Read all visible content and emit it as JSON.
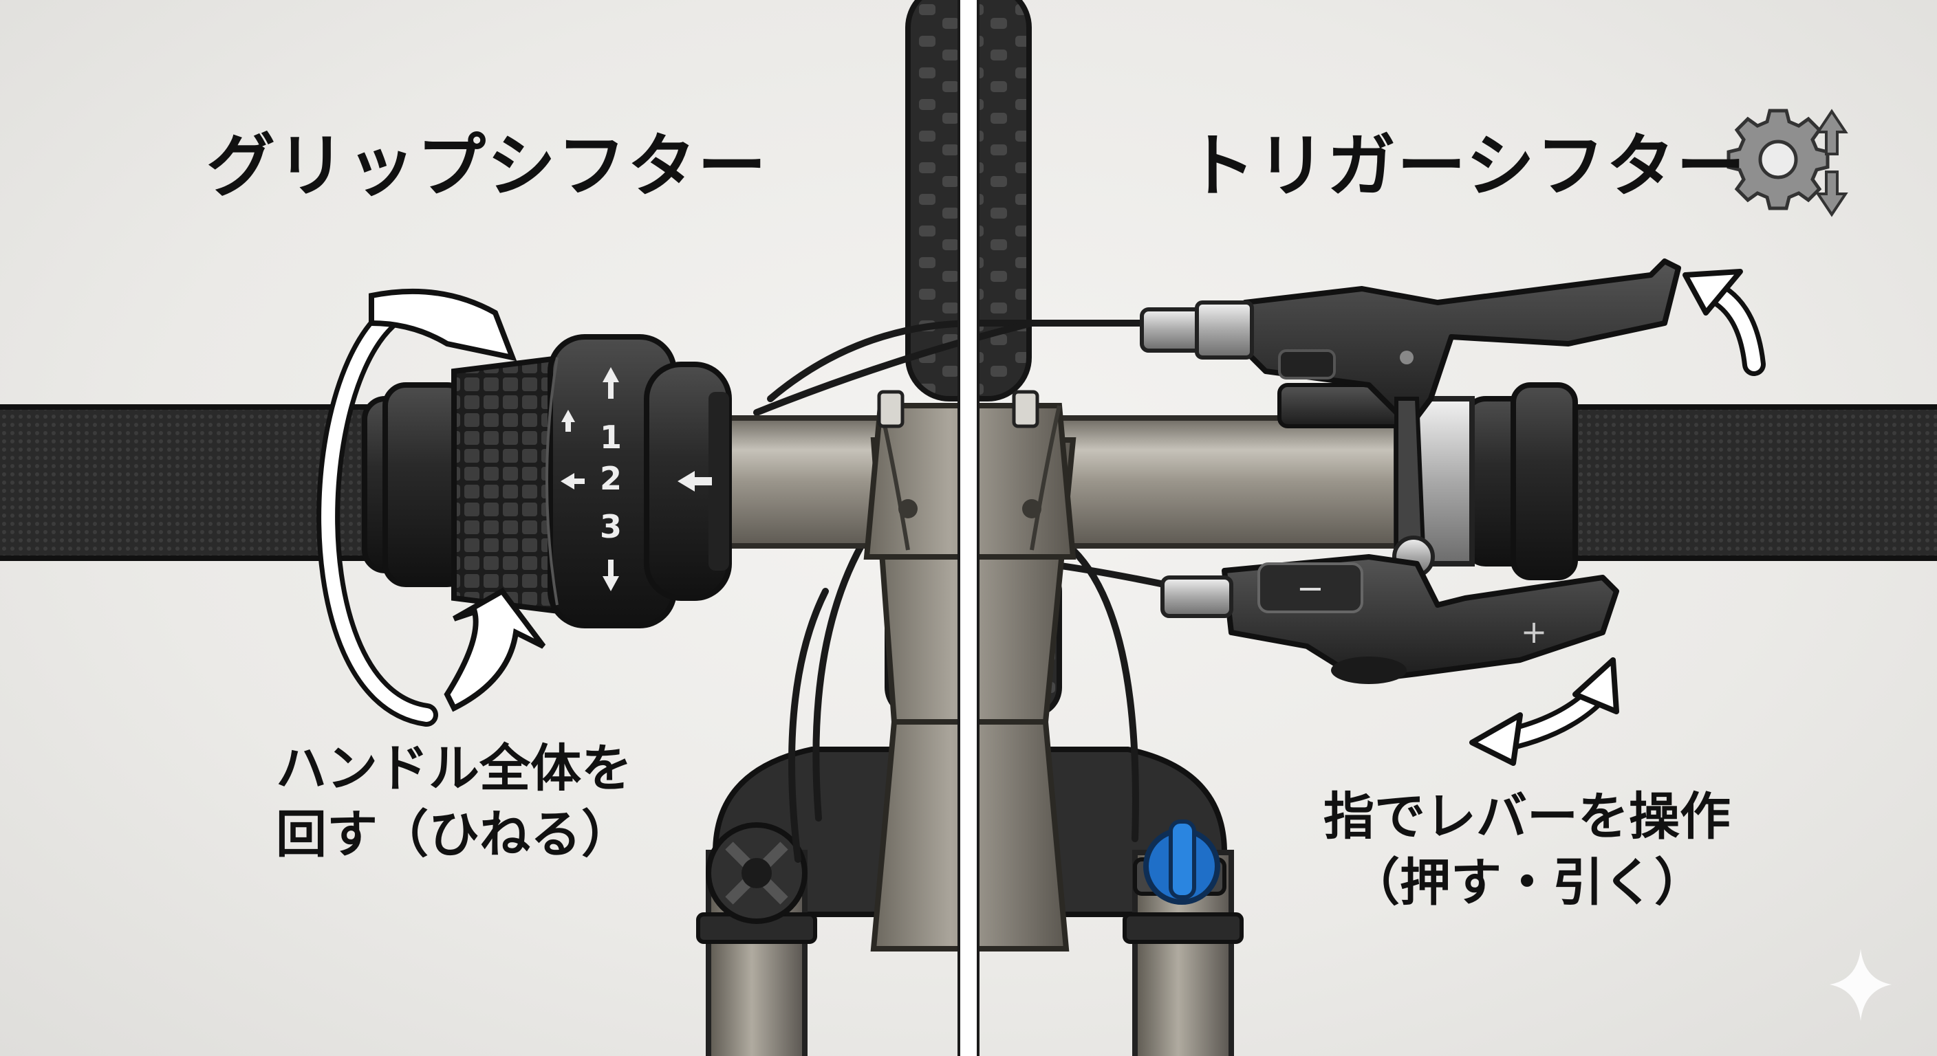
{
  "grip": {
    "title": "グリップシフター",
    "caption_lines": [
      "ハンドル全体を",
      "回す（ひねる）"
    ],
    "gear_numbers": [
      "1",
      "2",
      "3"
    ]
  },
  "trigger": {
    "title": "トリガーシフター",
    "caption_lines": [
      "指でレバーを操作",
      "（押す・引く）"
    ],
    "minus_symbol": "−",
    "plus_symbol": "+"
  },
  "icons": {
    "title_icon": "gear-updown-icon",
    "corner_icon": "sparkle-icon"
  },
  "colors": {
    "background": "#ebeae7",
    "bar_tube": "#9e998f",
    "rubber": "#2b2b2b",
    "fork_knob": "#1f6fc8"
  }
}
